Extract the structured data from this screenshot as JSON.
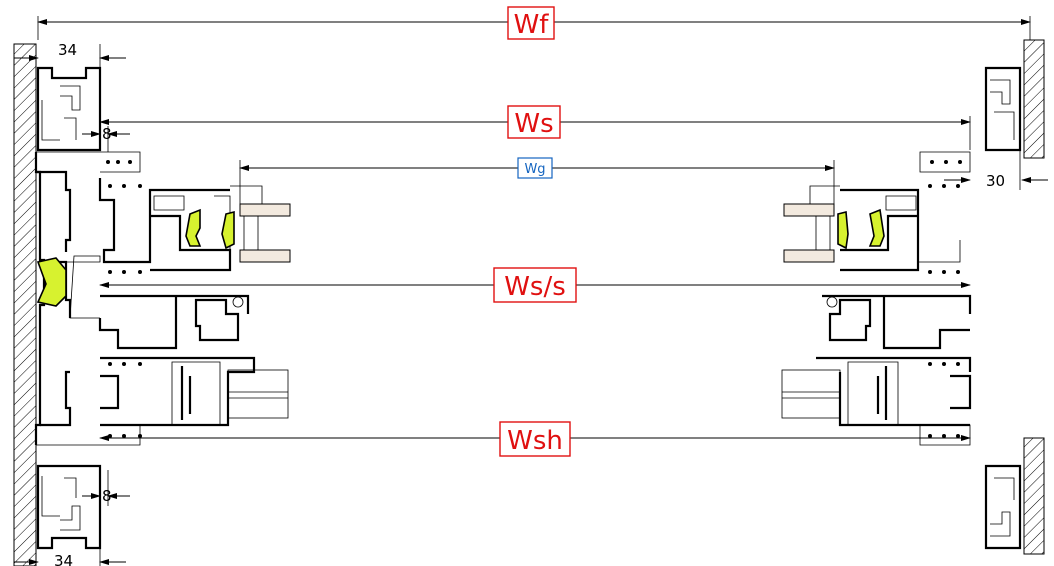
{
  "labels": {
    "wf": "Wf",
    "ws": "Ws",
    "wg": "Wg",
    "wss": "Ws/s",
    "wsh": "Wsh"
  },
  "dimensions": {
    "top_left_offset": "34",
    "top_left_gap": "8",
    "right_offset": "30",
    "bottom_left_gap": "8",
    "bottom_left_offset": "34"
  },
  "colors": {
    "label_red": "#e01010",
    "label_blue": "#1565c0",
    "gasket_green": "#d7f22f",
    "wood": "#f3eadf"
  }
}
